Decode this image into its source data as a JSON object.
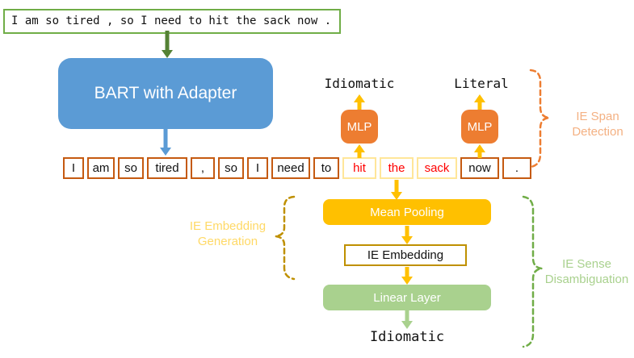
{
  "input_sentence": "I am so tired , so I need to hit the sack now .",
  "bart": {
    "label": "BART with Adapter"
  },
  "tokens": [
    {
      "text": "I",
      "role": "outside"
    },
    {
      "text": "am",
      "role": "outside"
    },
    {
      "text": "so",
      "role": "outside"
    },
    {
      "text": "tired",
      "role": "outside"
    },
    {
      "text": ",",
      "role": "outside"
    },
    {
      "text": "so",
      "role": "outside"
    },
    {
      "text": "I",
      "role": "outside"
    },
    {
      "text": "need",
      "role": "outside"
    },
    {
      "text": "to",
      "role": "outside"
    },
    {
      "text": "hit",
      "role": "idiom"
    },
    {
      "text": "the",
      "role": "idiom"
    },
    {
      "text": "sack",
      "role": "idiom"
    },
    {
      "text": "now",
      "role": "outside"
    },
    {
      "text": ".",
      "role": "outside"
    }
  ],
  "span_detection": {
    "label_idiomatic": "Idiomatic",
    "label_literal": "Literal",
    "mlp_left": "MLP",
    "mlp_right": "MLP",
    "brace_label_line1": "IE Span",
    "brace_label_line2": "Detection"
  },
  "embedding_generation": {
    "brace_label_line1": "IE Embedding",
    "brace_label_line2": "Generation"
  },
  "sense_disambiguation": {
    "mean_pooling": "Mean Pooling",
    "ie_embedding": "IE Embedding",
    "linear_layer": "Linear Layer",
    "output": "Idiomatic",
    "brace_label_line1": "IE Sense",
    "brace_label_line2": "Disambiguation"
  },
  "colors": {
    "green": "#70AD47",
    "dark_green": "#548235",
    "blue": "#5B9BD5",
    "orange": "#ED7D31",
    "gold": "#FFC000",
    "dark_gold": "#BF9000",
    "light_green": "#A9D18E",
    "token_border": "#C55A11",
    "idiom_border": "#FFE699",
    "idiom_text": "#FF0000",
    "label_light_orange": "#F4B183",
    "label_light_yellow": "#FFD966",
    "label_light_green": "#A9D18E"
  }
}
